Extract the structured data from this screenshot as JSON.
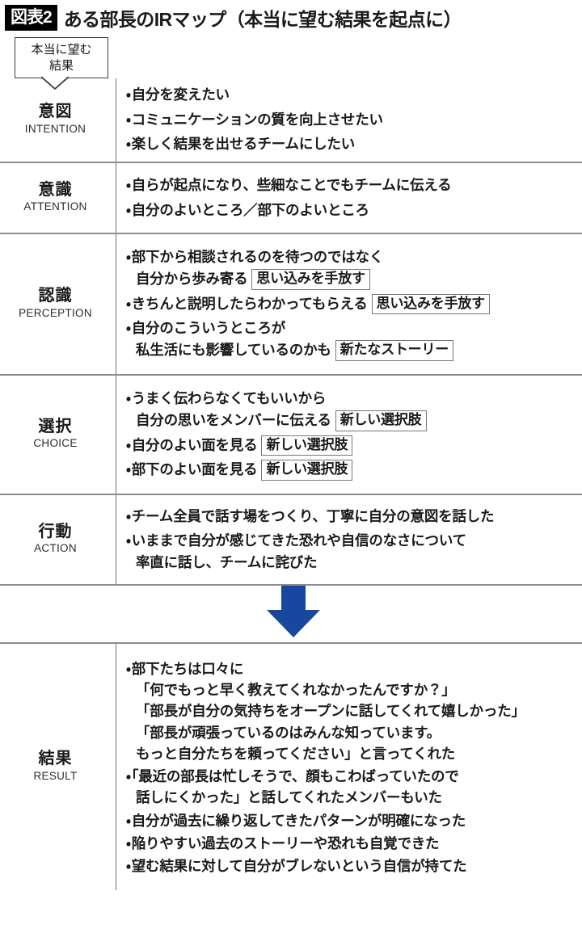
{
  "header": {
    "badge": "図表2",
    "title": "ある部長のIRマップ（本当に望む結果を起点に）"
  },
  "callout": {
    "line1": "本当に望む",
    "line2": "結果"
  },
  "colors": {
    "arrow": "#17479E",
    "divider": "#8c8c8c",
    "tag_border": "#767676",
    "badge_bg": "#000000"
  },
  "icons": {
    "bullet": "・",
    "callout_tail": "callout-tail-icon",
    "down_arrow": "down-arrow-icon"
  },
  "rows": [
    {
      "label_ja": "意図",
      "label_en": "INTENTION",
      "items": [
        {
          "lines": [
            "自分を変えたい"
          ],
          "tags": []
        },
        {
          "lines": [
            "コミュニケーションの質を向上させたい"
          ],
          "tags": []
        },
        {
          "lines": [
            "楽しく結果を出せるチームにしたい"
          ],
          "tags": []
        }
      ]
    },
    {
      "label_ja": "意識",
      "label_en": "ATTENTION",
      "items": [
        {
          "lines": [
            "自らが起点になり、些細なことでもチームに伝える"
          ],
          "tags": []
        },
        {
          "lines": [
            "自分のよいところ／部下のよいところ"
          ],
          "tags": []
        }
      ]
    },
    {
      "label_ja": "認識",
      "label_en": "PERCEPTION",
      "items": [
        {
          "lines": [
            "部下から相談されるのを待つのではなく",
            "自分から歩み寄る"
          ],
          "tag": "思い込みを手放す"
        },
        {
          "lines": [
            "きちんと説明したらわかってもらえる"
          ],
          "tag": "思い込みを手放す"
        },
        {
          "lines": [
            "自分のこういうところが",
            "私生活にも影響しているのかも"
          ],
          "tag": "新たなストーリー"
        }
      ]
    },
    {
      "label_ja": "選択",
      "label_en": "CHOICE",
      "items": [
        {
          "lines": [
            "うまく伝わらなくてもいいから",
            "自分の思いをメンバーに伝える"
          ],
          "tag": "新しい選択肢"
        },
        {
          "lines": [
            "自分のよい面を見る"
          ],
          "tag": "新しい選択肢"
        },
        {
          "lines": [
            "部下のよい面を見る"
          ],
          "tag": "新しい選択肢"
        }
      ]
    },
    {
      "label_ja": "行動",
      "label_en": "ACTION",
      "items": [
        {
          "lines": [
            "チーム全員で話す場をつくり、丁寧に自分の意図を話した"
          ],
          "tag": ""
        },
        {
          "lines": [
            "いままで自分が感じてきた恐れや自信のなさについて",
            "率直に話し、チームに詫びた"
          ],
          "tag": ""
        }
      ]
    },
    {
      "label_ja": "結果",
      "label_en": "RESULT",
      "items": [
        {
          "lines": [
            "部下たちは口々に",
            "「何でもっと早く教えてくれなかったんですか？」",
            "「部長が自分の気持ちをオープンに話してくれて嬉しかった」",
            "「部長が頑張っているのはみんな知っています。",
            "もっと自分たちを頼ってください」と言ってくれた"
          ],
          "tag": ""
        },
        {
          "lines": [
            "「最近の部長は忙しそうで、顔もこわばっていたので",
            "話しにくかった」と話してくれたメンバーもいた"
          ],
          "tag": ""
        },
        {
          "lines": [
            "自分が過去に繰り返してきたパターンが明確になった"
          ],
          "tag": ""
        },
        {
          "lines": [
            "陥りやすい過去のストーリーや恐れも自覚できた"
          ],
          "tag": ""
        },
        {
          "lines": [
            "望む結果に対して自分がブレないという自信が持てた"
          ],
          "tag": ""
        }
      ]
    }
  ]
}
